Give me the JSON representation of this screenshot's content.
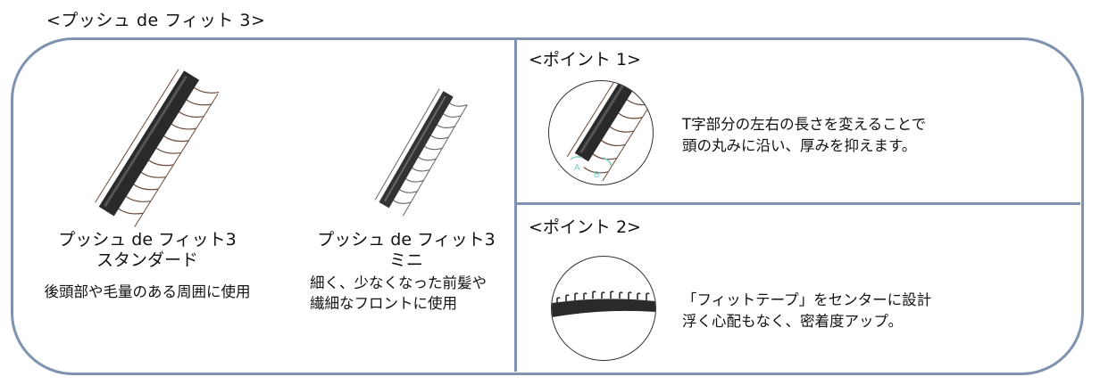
{
  "title": "<プッシュ de フィット 3>",
  "colors": {
    "frame_border": "#7f93b0",
    "tape_dark": "#2a2a2a",
    "stitch": "#6b4a3a",
    "arrow_teal": "#7fcfc0"
  },
  "products": [
    {
      "name_line1": "プッシュ de フィット3",
      "name_line2": "スタンダード",
      "description": "後頭部や毛量のある周囲に使用",
      "image": "standard-tape-image"
    },
    {
      "name_line1": "プッシュ de フィット3",
      "name_line2": "ミニ",
      "description_line1": "細く、少なくなった前髪や",
      "description_line2": "繊細なフロントに使用",
      "image": "mini-tape-image"
    }
  ],
  "points": [
    {
      "title": "<ポイント 1>",
      "text_line1": "T字部分の左右の長さを変えることで",
      "text_line2": "頭の丸みに沿い、厚みを抑えます。",
      "image": "t-shape-closeup-circle",
      "labels": [
        "A",
        "B"
      ]
    },
    {
      "title": "<ポイント 2>",
      "text_line1": "「フィットテープ」をセンターに設計",
      "text_line2": "浮く心配もなく、密着度アップ。",
      "image": "fit-tape-closeup-circle"
    }
  ]
}
